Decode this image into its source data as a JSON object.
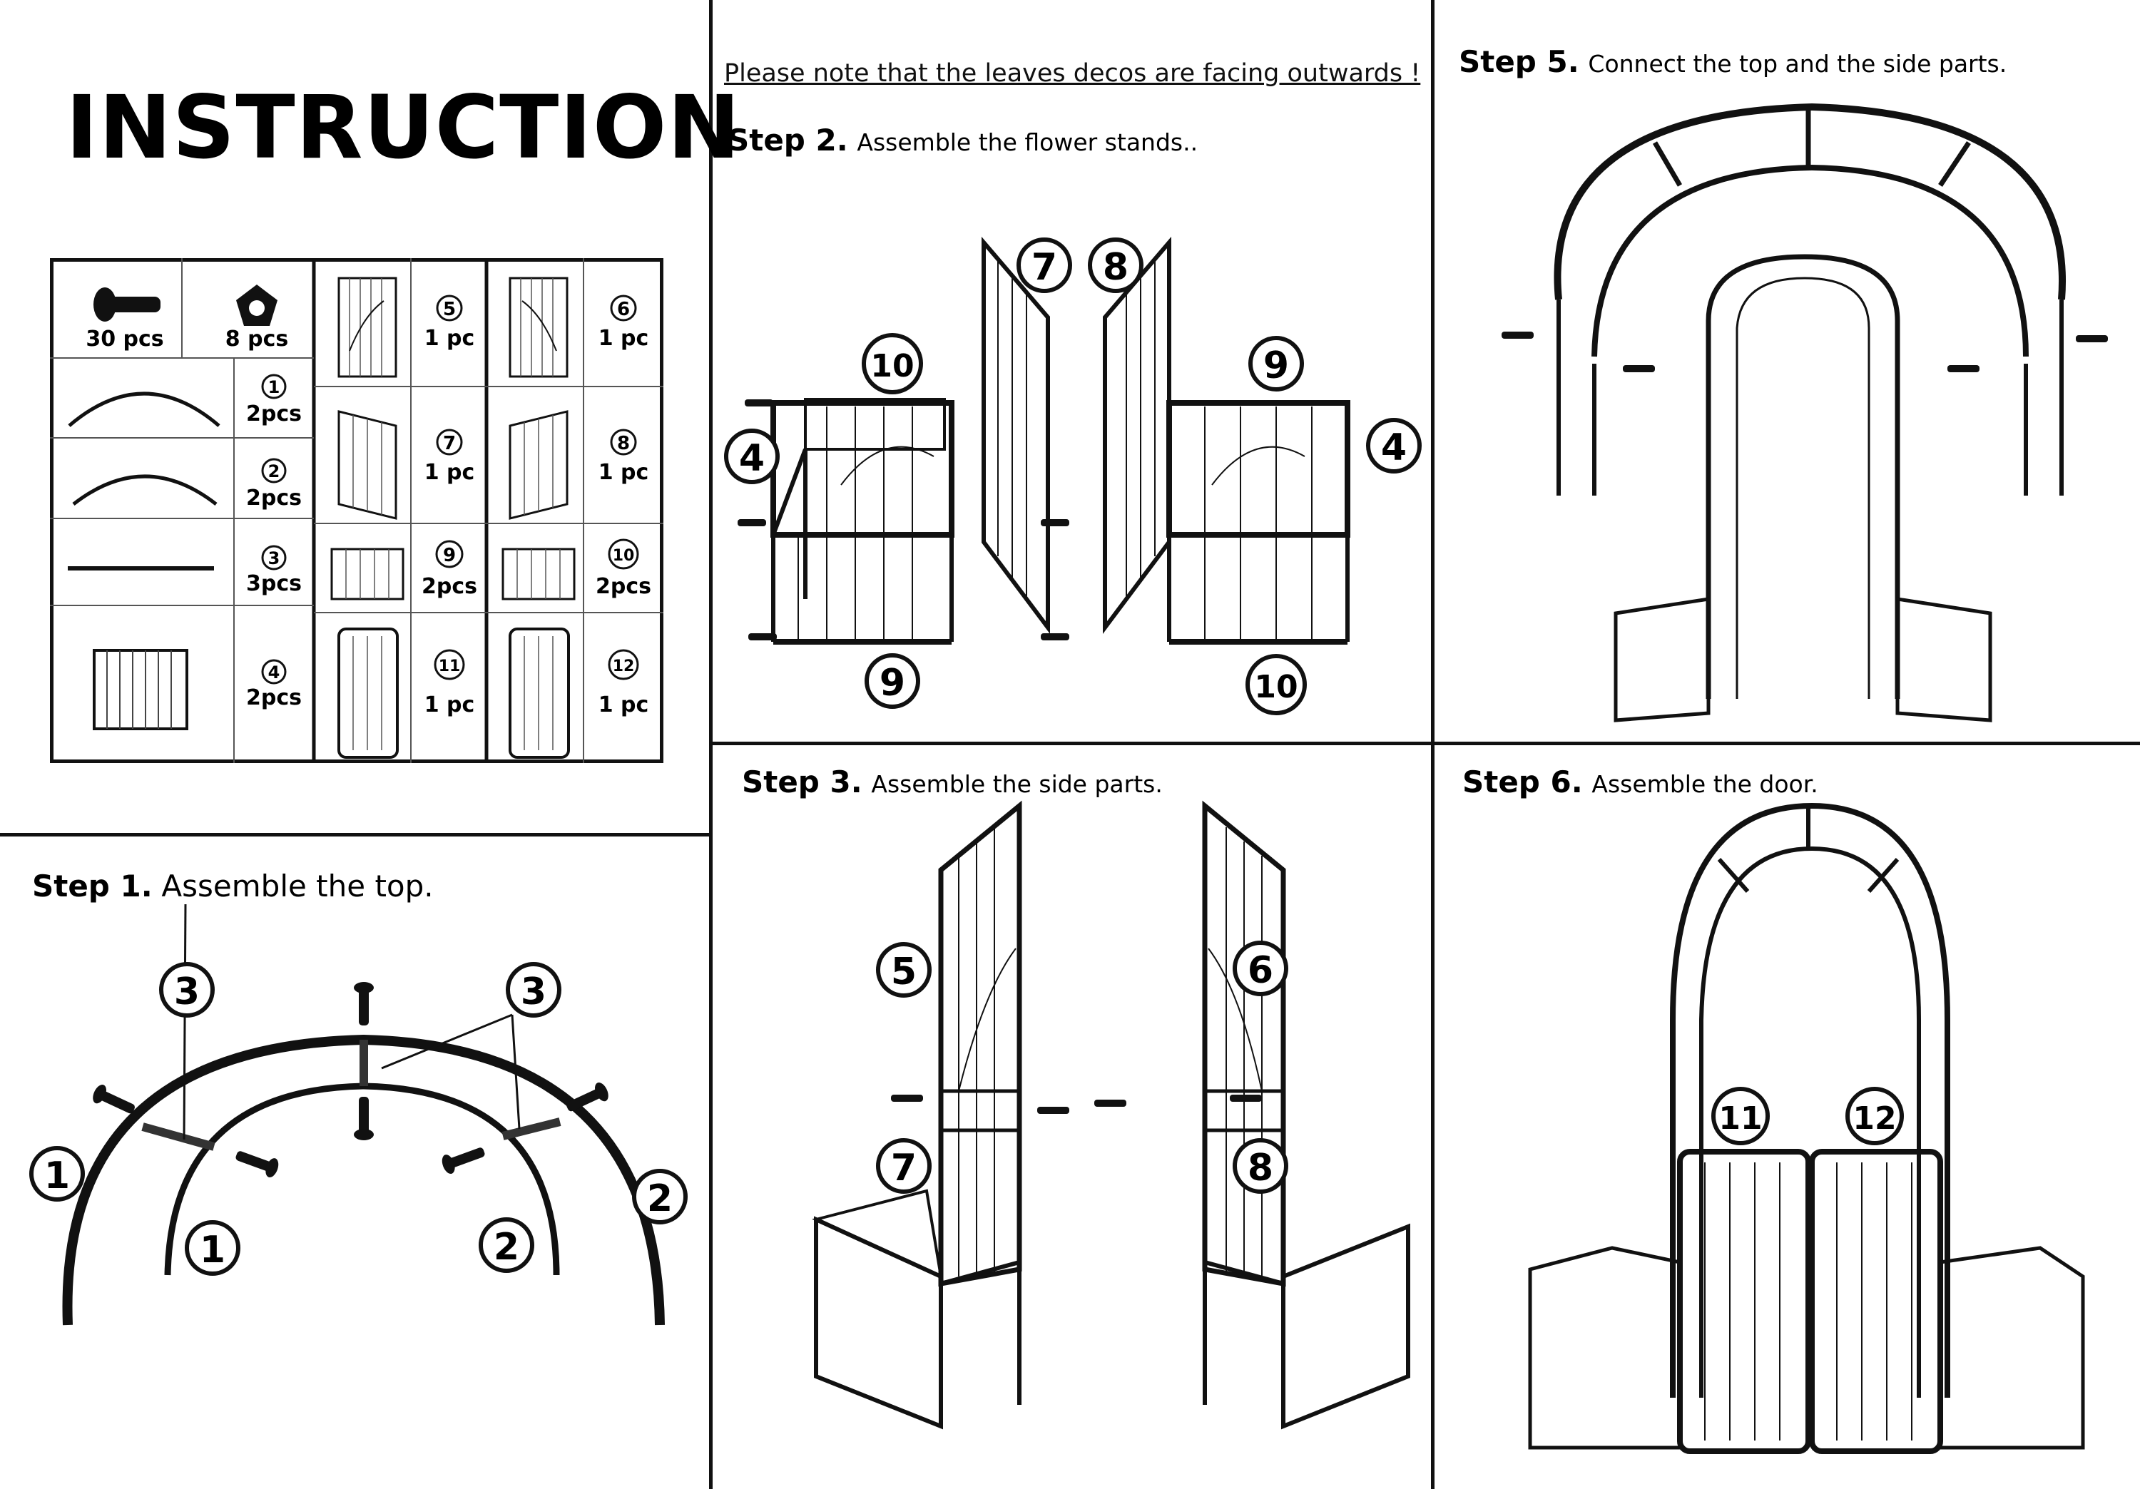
{
  "header": {
    "title": "INSTRUCTION"
  },
  "note": "Please note that the leaves decos are facing outwards !",
  "parts": [
    {
      "id": "screw",
      "qty": "30 pcs"
    },
    {
      "id": "nut",
      "qty": "8 pcs"
    },
    {
      "id": "1",
      "qty": "2pcs"
    },
    {
      "id": "2",
      "qty": "2pcs"
    },
    {
      "id": "3",
      "qty": "3pcs"
    },
    {
      "id": "4",
      "qty": "2pcs"
    },
    {
      "id": "5",
      "qty": "1 pc"
    },
    {
      "id": "6",
      "qty": "1 pc"
    },
    {
      "id": "7",
      "qty": "1 pc"
    },
    {
      "id": "8",
      "qty": "1 pc"
    },
    {
      "id": "9",
      "qty": "2pcs"
    },
    {
      "id": "10",
      "qty": "2pcs"
    },
    {
      "id": "11",
      "qty": "1 pc"
    },
    {
      "id": "12",
      "qty": "1 pc"
    }
  ],
  "steps": [
    {
      "label": "Step 1.",
      "text": "Assemble the top."
    },
    {
      "label": "Step 2.",
      "text": "Assemble the flower stands.."
    },
    {
      "label": "Step 3.",
      "text": "Assemble the side parts."
    },
    {
      "label": "Step 5.",
      "text": "Connect the top and the side parts."
    },
    {
      "label": "Step 6.",
      "text": "Assemble the door."
    }
  ],
  "callouts": {
    "c1": "1",
    "c2": "2",
    "c3": "3",
    "c4": "4",
    "c5": "5",
    "c6": "6",
    "c7": "7",
    "c8": "8",
    "c9": "9",
    "c10": "10",
    "c11": "11",
    "c12": "12"
  }
}
